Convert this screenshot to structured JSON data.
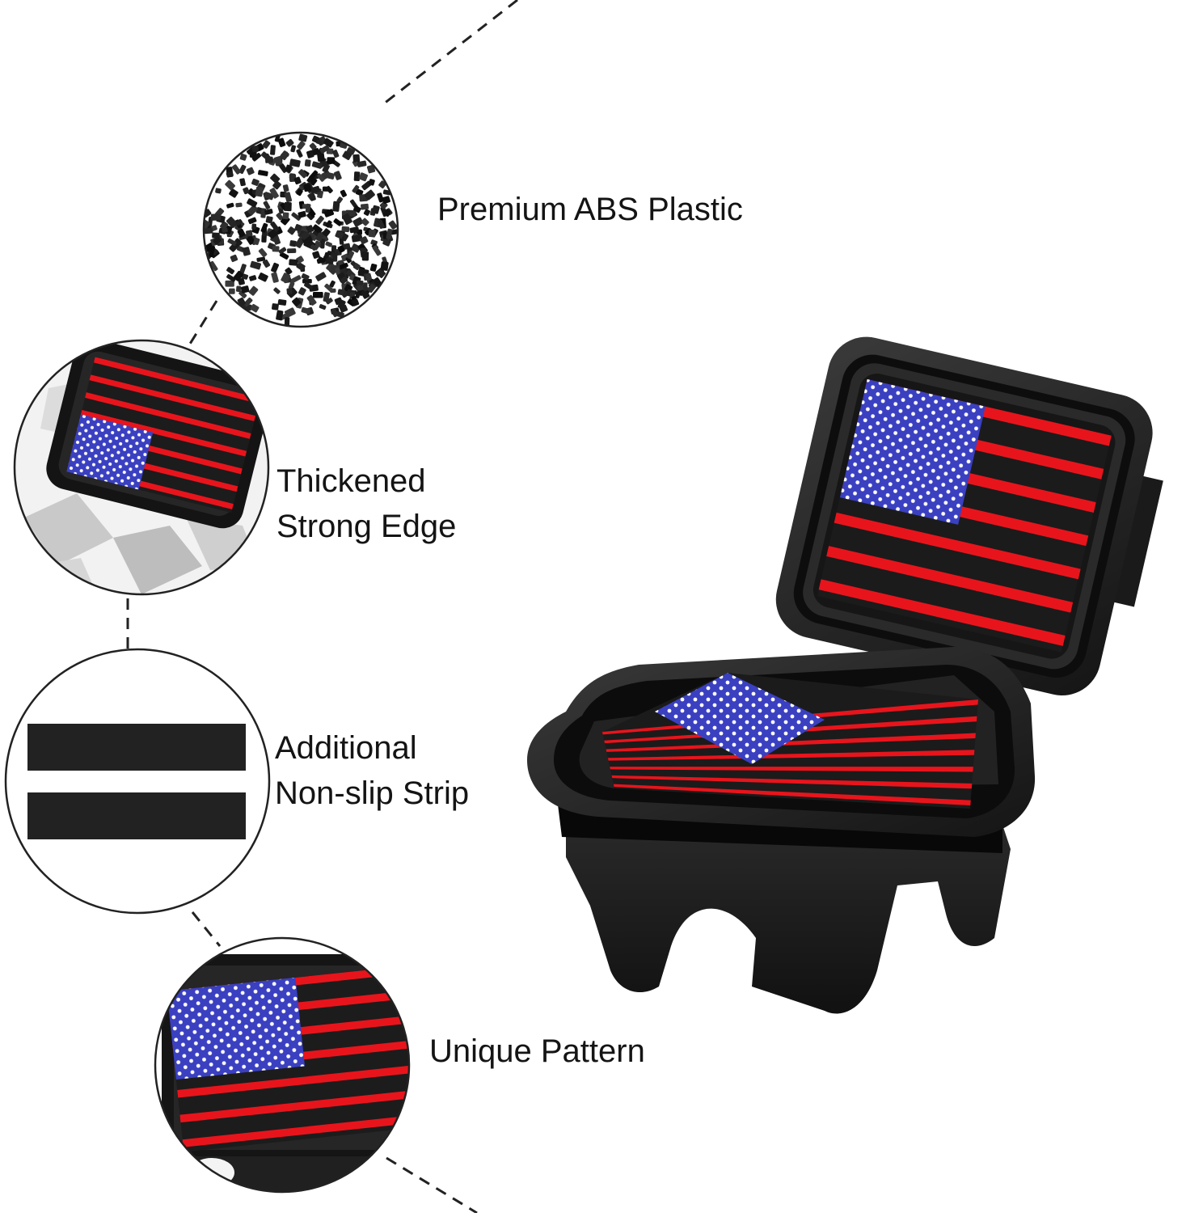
{
  "features": [
    {
      "id": "abs",
      "icon": "plastic-pellets-icon",
      "lines": [
        "Premium ABS Plastic"
      ]
    },
    {
      "id": "edge",
      "icon": "thick-edge-closeup-icon",
      "lines": [
        "Thickened",
        "Strong Edge"
      ]
    },
    {
      "id": "strip",
      "icon": "non-slip-strip-icon",
      "lines": [
        "Additional",
        "Non-slip Strip"
      ]
    },
    {
      "id": "pattern",
      "icon": "flag-pattern-closeup-icon",
      "lines": [
        "Unique Pattern"
      ]
    }
  ],
  "colors": {
    "flag_red": "#e8141c",
    "flag_blue": "#3a40c0",
    "plastic_black": "#1a1a1a",
    "stripe_dark": "#2a2a2a",
    "connector_dash": "#222222",
    "text": "#141414"
  },
  "products": [
    {
      "name": "hitch-cover-back",
      "pattern": "american-flag-red-black"
    },
    {
      "name": "hitch-cover-front",
      "pattern": "american-flag-red-black"
    }
  ]
}
